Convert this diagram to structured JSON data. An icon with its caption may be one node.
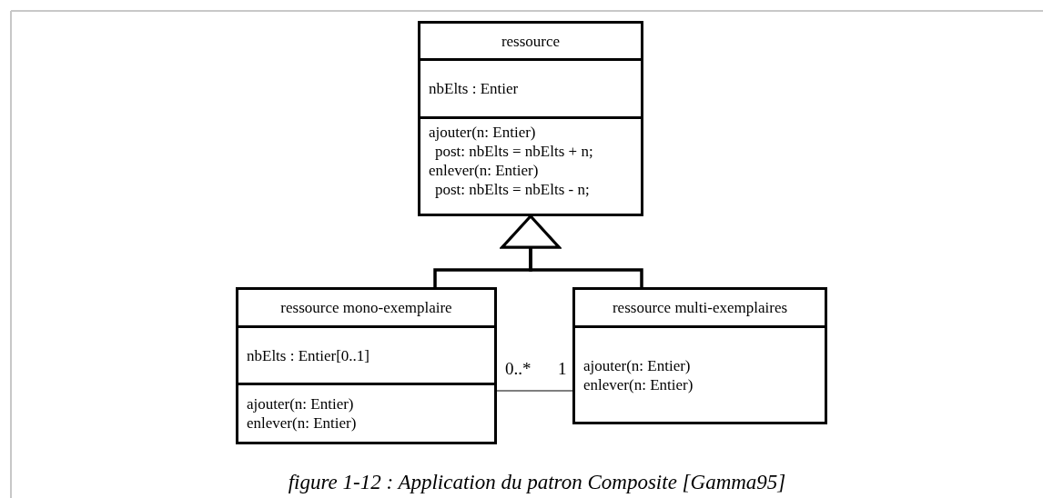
{
  "diagram": {
    "caption": "figure 1-12 : Application du patron Composite [Gamma95]",
    "nodes": [
      {
        "text": [
          "ressource",
          "nbElts : Entier",
          "ajouter(n: Entier)",
          "post: nbElts = nbElts + n;",
          "enlever(n: Entier)",
          "post: nbElts = nbElts - n;"
        ]
      },
      {
        "text": [
          "ressource mono-exemplaire",
          "nbElts : Entier[0..1]",
          "ajouter(n: Entier)",
          "enlever(n: Entier)"
        ]
      },
      {
        "text": [
          "ressource multi-exemplaires",
          "ajouter(n: Entier)",
          "enlever(n: Entier)"
        ]
      }
    ],
    "edges": [
      {
        "from": 1,
        "to": 0,
        "arrow": "to"
      },
      {
        "from": 2,
        "to": 0,
        "arrow": "to"
      },
      {
        "from": 1,
        "to": 2,
        "arrow": "none"
      }
    ],
    "labels": [
      "0..*",
      "1"
    ]
  }
}
